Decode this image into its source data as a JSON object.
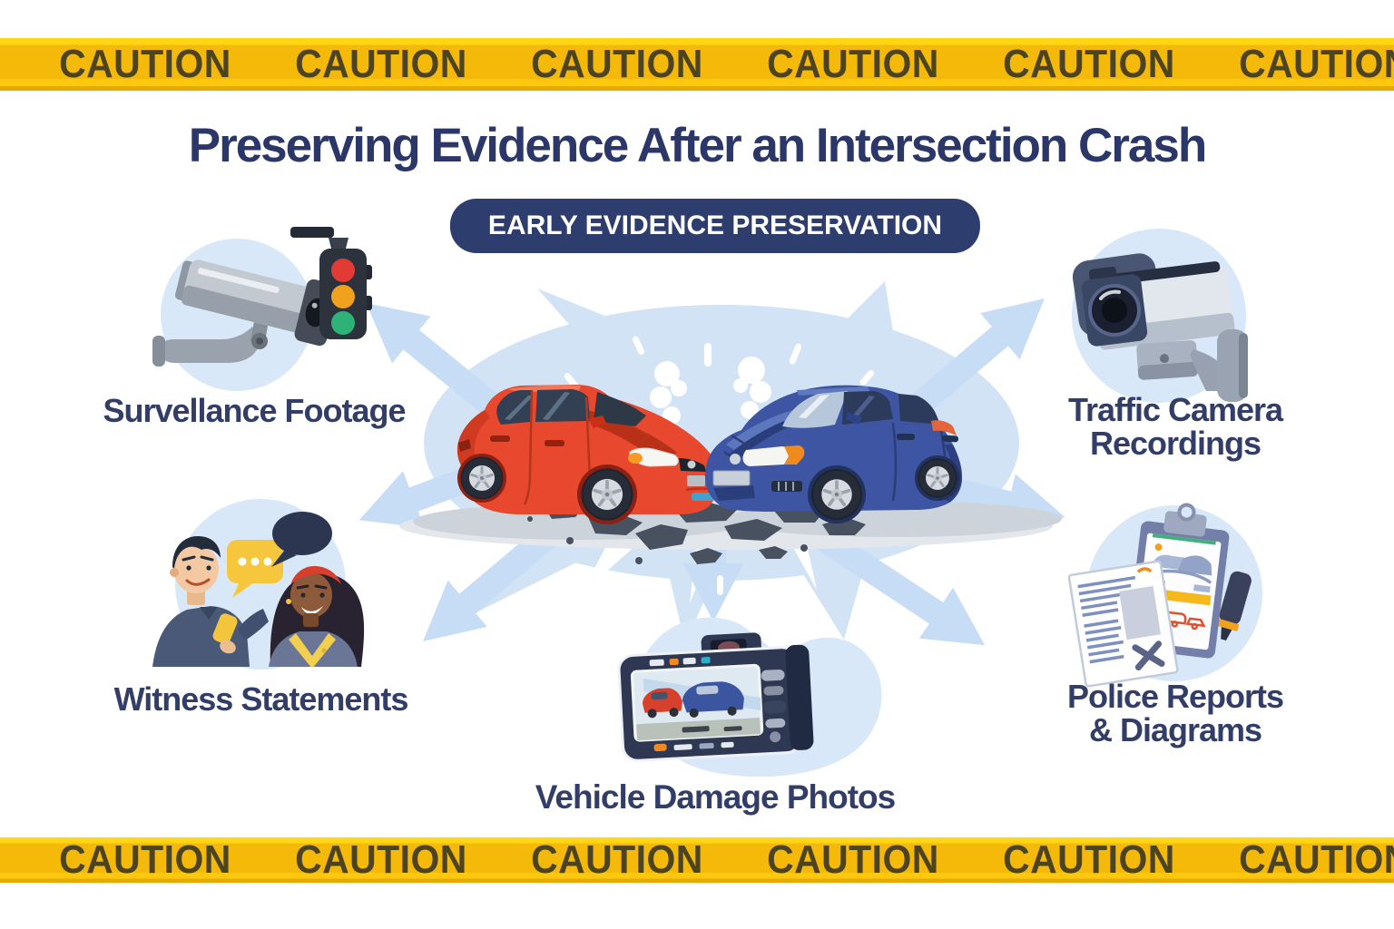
{
  "caution_tape": {
    "word": "CAUTION"
  },
  "header": {
    "title": "Preserving Evidence After an Intersection Crash",
    "badge": "EARLY EVIDENCE PRESERVATION"
  },
  "nodes": {
    "surveillance": {
      "label": "Survellance Footage",
      "icon": "cctv-camera-and-traffic-light-icon"
    },
    "traffic_camera": {
      "label_line1": "Traffic Camera",
      "label_line2": "Recordings",
      "icon": "traffic-camera-icon"
    },
    "witness": {
      "label": "Witness Statements",
      "icon": "two-people-talking-icon"
    },
    "vehicle_photos": {
      "label": "Vehicle Damage Photos",
      "icon": "digital-camera-crash-photo-icon"
    },
    "police_reports": {
      "label_line1": "Police Reports",
      "label_line2": "& Diagrams",
      "icon": "clipboard-report-document-icon"
    }
  },
  "center_illustration": {
    "description": "red and blue car head-on collision with debris and burst"
  },
  "colors": {
    "tape_yellow": "#f5b90a",
    "tape_text": "#4c4420",
    "title_navy": "#2c3769",
    "badge_navy": "#2d3d6e",
    "label_navy": "#333e68",
    "arrow_blue": "#c7ddf5",
    "icon_circle_blue": "#d9e8f8",
    "red_car": "#e8482d",
    "blue_car": "#3d55a2",
    "traffic_light_red": "#e23b36",
    "traffic_light_amber": "#f0a11d",
    "traffic_light_green": "#2db377"
  }
}
